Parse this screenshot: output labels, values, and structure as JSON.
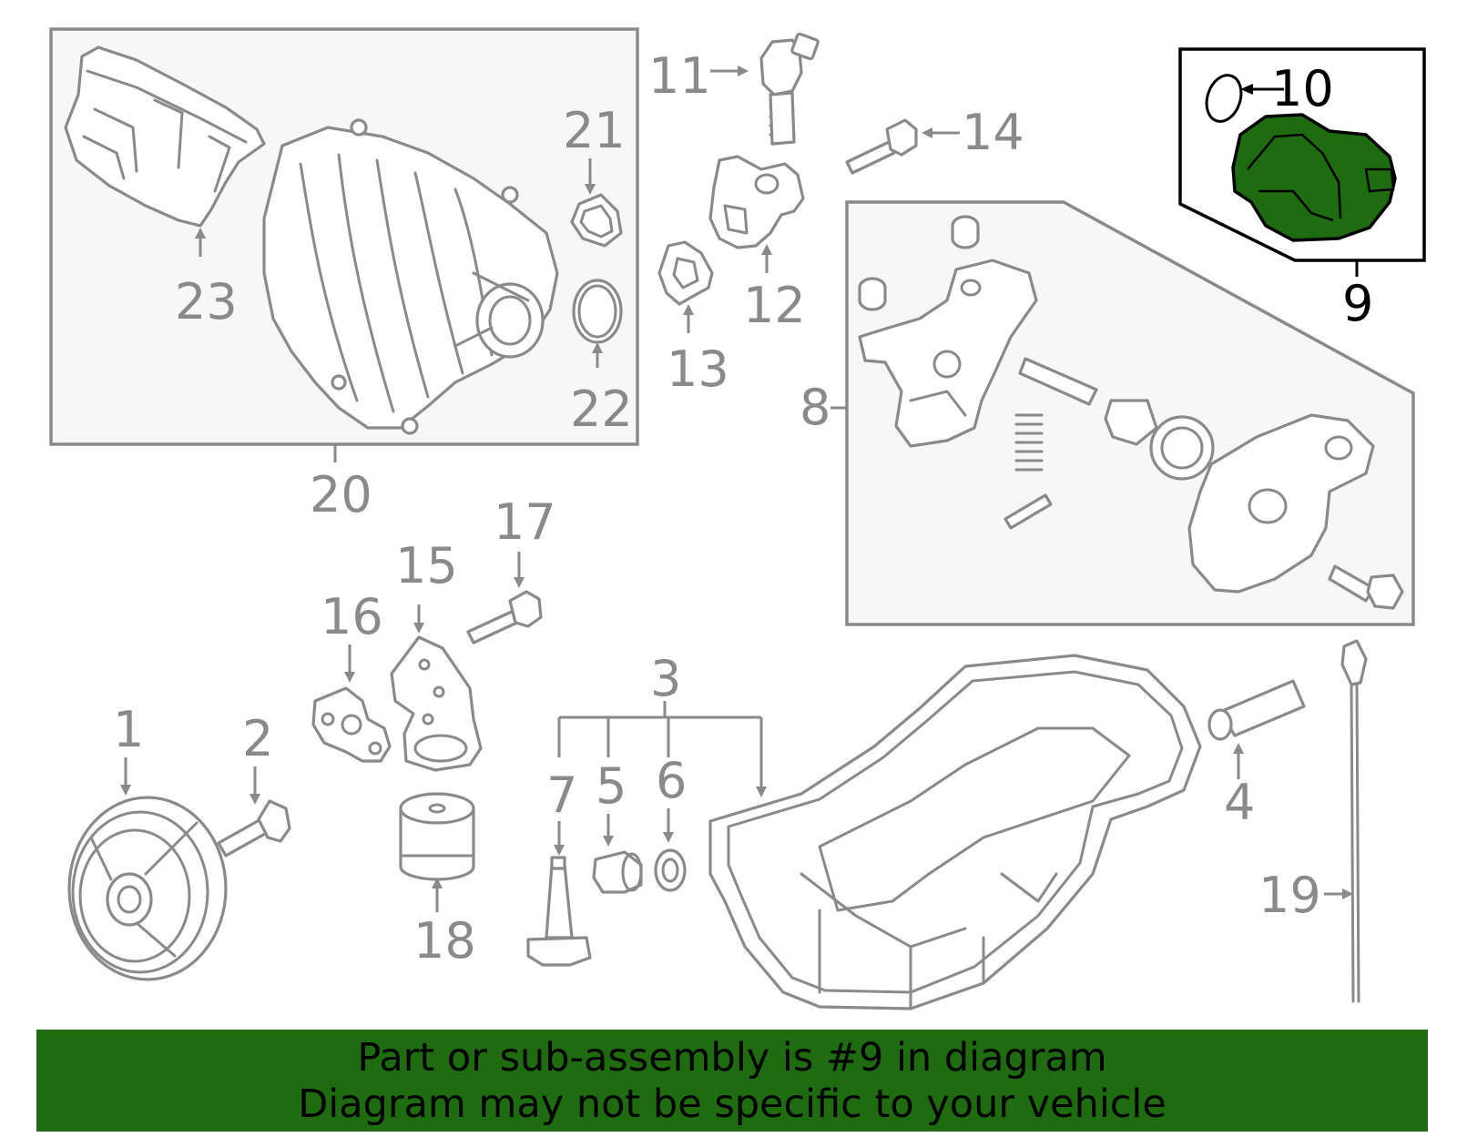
{
  "diagram": {
    "callouts": {
      "n1": "1",
      "n2": "2",
      "n3": "3",
      "n4": "4",
      "n5": "5",
      "n6": "6",
      "n7": "7",
      "n8": "8",
      "n9": "9",
      "n10": "10",
      "n11": "11",
      "n12": "12",
      "n13": "13",
      "n14": "14",
      "n15": "15",
      "n16": "16",
      "n17": "17",
      "n18": "18",
      "n19": "19",
      "n20": "20",
      "n21": "21",
      "n22": "22",
      "n23": "23"
    },
    "highlight_part": "9",
    "colors": {
      "line": "#8a8a8a",
      "highlight_fill": "#1e6b10",
      "highlight_outline": "#000000",
      "box_fill": "#f7f7f7",
      "banner_bg": "#1e6b10"
    }
  },
  "banner": {
    "line1": "Part or sub-assembly is #9 in diagram",
    "line2": "Diagram may not be specific to your vehicle"
  }
}
